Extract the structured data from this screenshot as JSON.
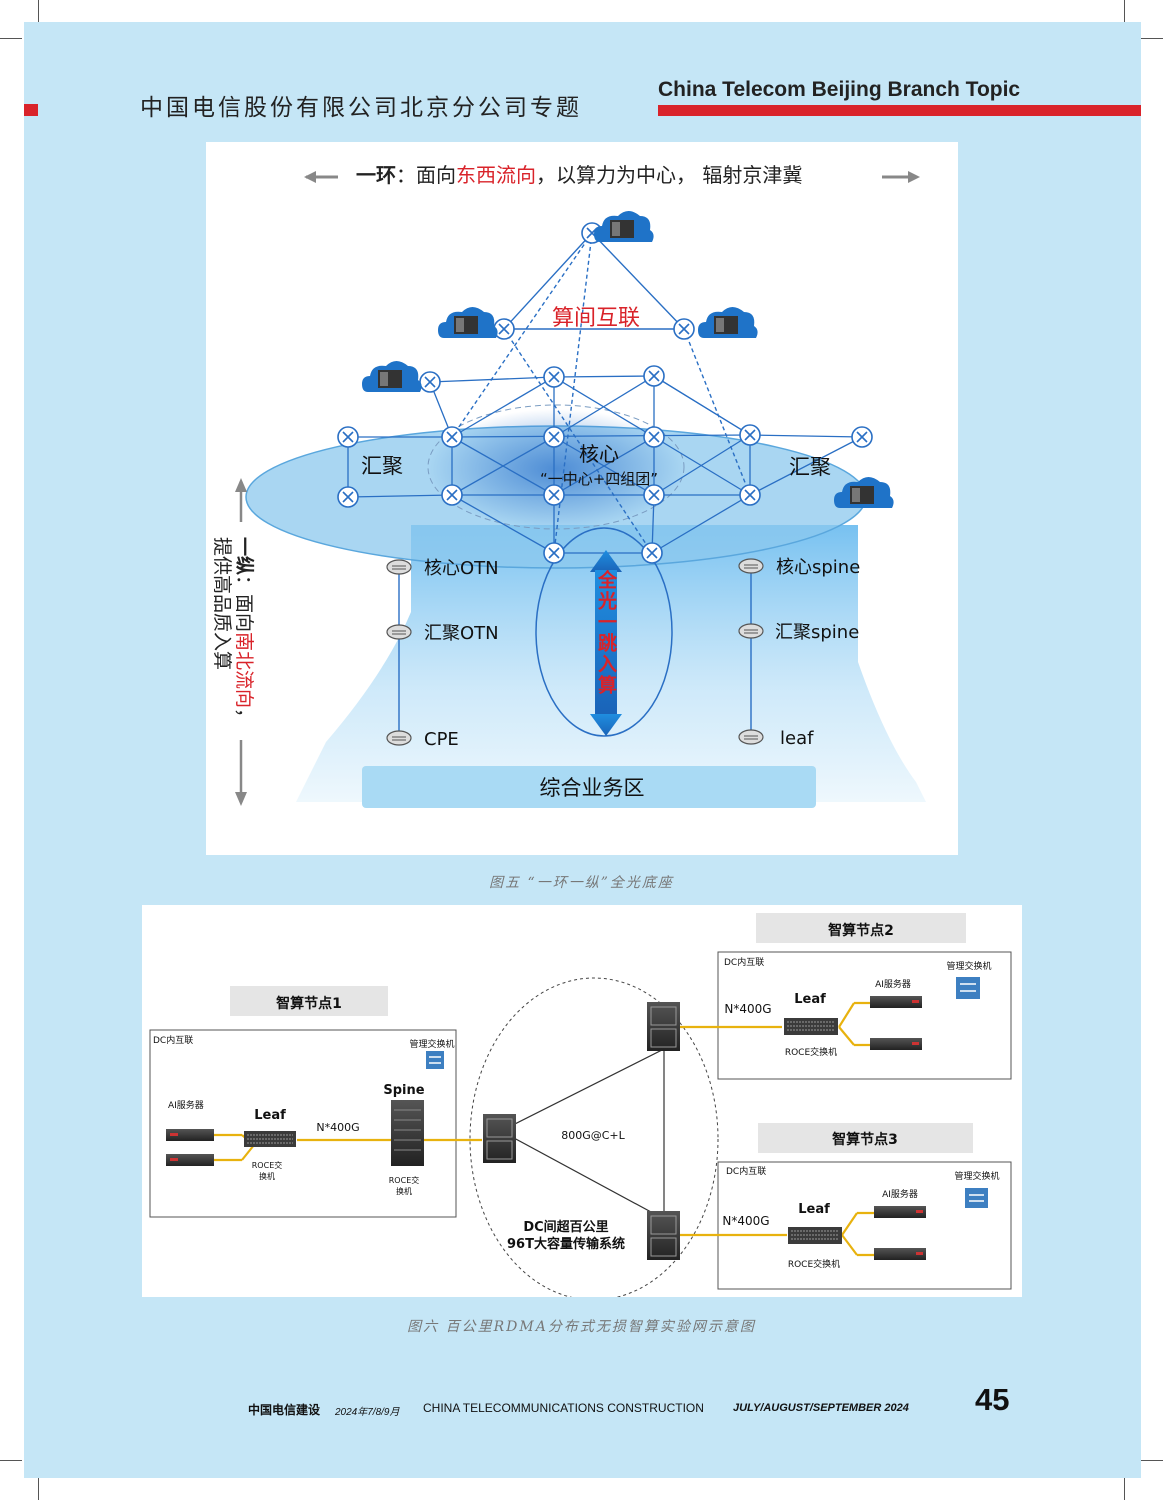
{
  "header": {
    "cn_title": "中国电信股份有限公司北京分公司专题",
    "en_title": "China Telecom Beijing Branch Topic"
  },
  "figure5": {
    "ring_prefix": "一环",
    "ring_mid": "：面向",
    "ring_highlight": "东西流向",
    "ring_suffix": "，以算力为中心，  辐射京津冀",
    "interconnect": "算间互联",
    "core": "核心",
    "core_sub": "“一中心+四组团”",
    "aggregation_left": "汇聚",
    "aggregation_right": "汇聚",
    "vertical_prefix": "一纵",
    "vertical_mid": "：面向",
    "vertical_highlight": "南北流向",
    "vertical_suffix": "，",
    "vertical_line2": "提供高品质入算",
    "left_stack": [
      "核心OTN",
      "汇聚OTN",
      "CPE"
    ],
    "right_stack": [
      "核心spine",
      "汇聚spine",
      "leaf"
    ],
    "center_label": "全光一跳入算",
    "base": "综合业务区",
    "caption": "图五  “一环一纵”全光底座"
  },
  "figure6": {
    "node1_title": "智算节点1",
    "node2_title": "智算节点2",
    "node3_title": "智算节点3",
    "dc_label": "DC内互联",
    "mgmt_switch": "管理交换机",
    "ai_server": "AI服务器",
    "leaf": "Leaf",
    "spine": "Spine",
    "roce_wrapped": "ROCE交\n换机",
    "roce": "ROCE交换机",
    "link": "N*400G",
    "wdm": "800G@C+L",
    "system_line1": "DC间超百公里",
    "system_line2": "96T大容量传输系统",
    "caption": "图六  百公里RDMA分布式无损智算实验网示意图"
  },
  "footer": {
    "mag_cn": "中国电信建设",
    "date_cn": "2024年7/8/9月",
    "mag_en": "CHINA TELECOMMUNICATIONS CONSTRUCTION",
    "date_en": "JULY/AUGUST/SEPTEMBER 2024",
    "page_number": "45"
  },
  "colors": {
    "page_bg": "#c5e6f6",
    "accent_red": "#d9232a",
    "network_blue": "#2a6fc4",
    "cable_yellow": "#e8b20e"
  }
}
